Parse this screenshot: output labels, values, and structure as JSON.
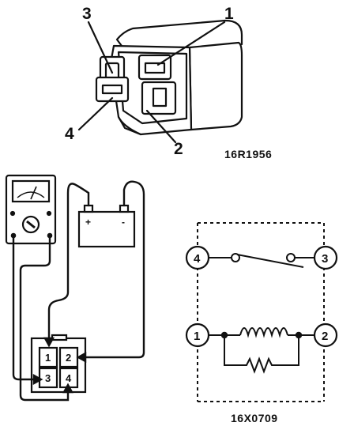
{
  "top_figure": {
    "callouts": {
      "label_1": "1",
      "label_2": "2",
      "label_3": "3",
      "label_4": "4"
    },
    "caption": "16R1956"
  },
  "test_figure": {
    "battery": {
      "positive": "+",
      "negative": "-"
    },
    "connector_pins": {
      "pin_1": "1",
      "pin_2": "2",
      "pin_3": "3",
      "pin_4": "4"
    }
  },
  "schematic": {
    "terminals": {
      "t1": "1",
      "t2": "2",
      "t3": "3",
      "t4": "4"
    },
    "caption": "16X0709"
  },
  "colors": {
    "ink": "#111111",
    "background": "#ffffff"
  }
}
